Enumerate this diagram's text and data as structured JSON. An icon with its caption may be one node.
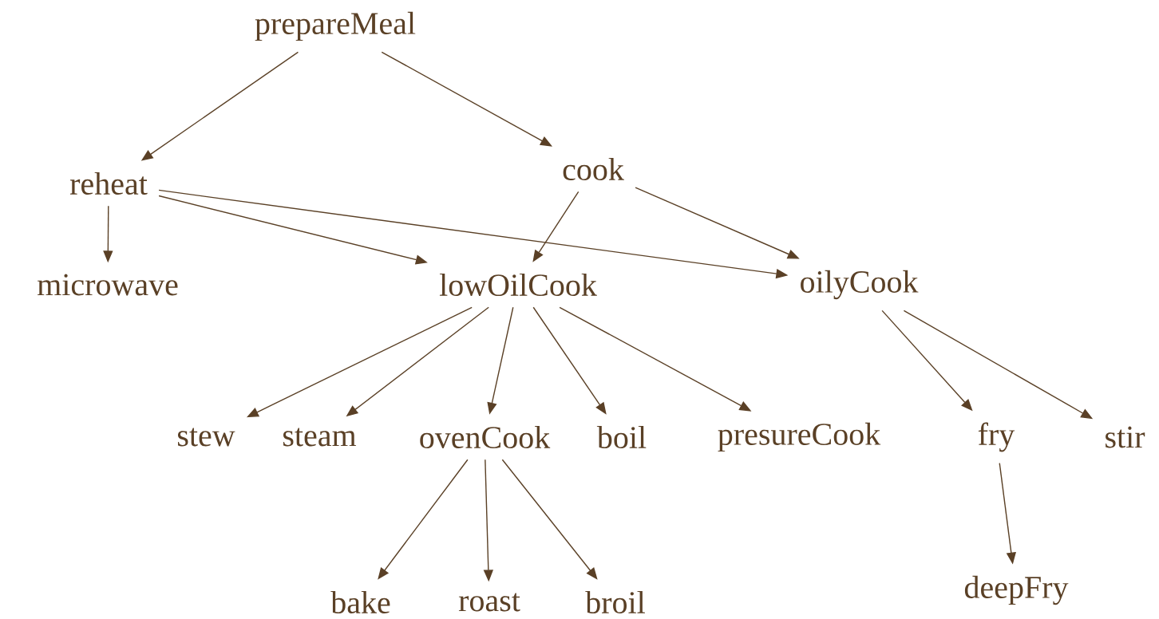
{
  "diagram": {
    "nodes": [
      {
        "text": [
          "prepareMeal"
        ]
      },
      {
        "text": [
          "reheat"
        ]
      },
      {
        "text": [
          "cook"
        ]
      },
      {
        "text": [
          "microwave"
        ]
      },
      {
        "text": [
          "lowOilCook"
        ]
      },
      {
        "text": [
          "oilyCook"
        ]
      },
      {
        "text": [
          "stew"
        ]
      },
      {
        "text": [
          "steam"
        ]
      },
      {
        "text": [
          "ovenCook"
        ]
      },
      {
        "text": [
          "boil"
        ]
      },
      {
        "text": [
          "presureCook"
        ]
      },
      {
        "text": [
          "fry"
        ]
      },
      {
        "text": [
          "stir"
        ]
      },
      {
        "text": [
          "bake"
        ]
      },
      {
        "text": [
          "roast"
        ]
      },
      {
        "text": [
          "broil"
        ]
      },
      {
        "text": [
          "deepFry"
        ]
      }
    ],
    "edges": [
      {
        "from": 0,
        "to": 1,
        "arrow": "to"
      },
      {
        "from": 0,
        "to": 2,
        "arrow": "to"
      },
      {
        "from": 1,
        "to": 3,
        "arrow": "to"
      },
      {
        "from": 1,
        "to": 4,
        "arrow": "to"
      },
      {
        "from": 1,
        "to": 5,
        "arrow": "to"
      },
      {
        "from": 2,
        "to": 4,
        "arrow": "to"
      },
      {
        "from": 2,
        "to": 5,
        "arrow": "to"
      },
      {
        "from": 4,
        "to": 6,
        "arrow": "to"
      },
      {
        "from": 4,
        "to": 7,
        "arrow": "to"
      },
      {
        "from": 4,
        "to": 8,
        "arrow": "to"
      },
      {
        "from": 4,
        "to": 9,
        "arrow": "to"
      },
      {
        "from": 4,
        "to": 10,
        "arrow": "to"
      },
      {
        "from": 5,
        "to": 11,
        "arrow": "to"
      },
      {
        "from": 5,
        "to": 12,
        "arrow": "to"
      },
      {
        "from": 8,
        "to": 13,
        "arrow": "to"
      },
      {
        "from": 8,
        "to": 14,
        "arrow": "to"
      },
      {
        "from": 8,
        "to": 15,
        "arrow": "to"
      },
      {
        "from": 11,
        "to": 16,
        "arrow": "to"
      }
    ]
  }
}
